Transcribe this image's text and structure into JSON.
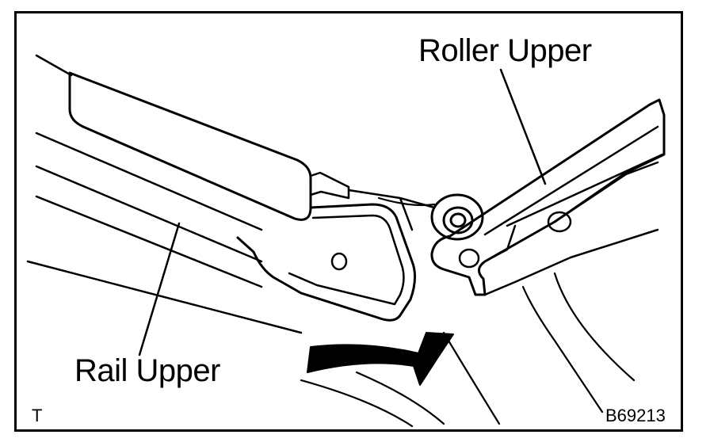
{
  "labels": {
    "roller_upper": "Roller Upper",
    "rail_upper": "Rail Upper",
    "corner_mark": "T",
    "figure_code": "B69213"
  },
  "colors": {
    "ink": "#000000",
    "paper": "#ffffff"
  },
  "icons": {
    "rotation": "curved-arrow-icon"
  }
}
